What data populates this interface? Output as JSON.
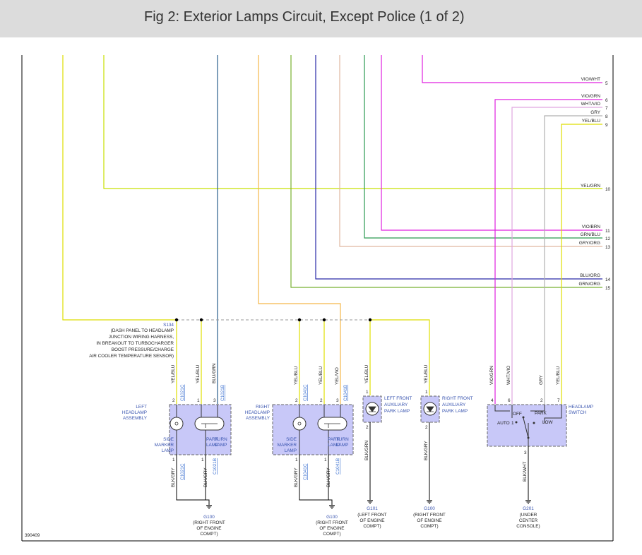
{
  "title": "Fig 2: Exterior Lamps Circuit, Except Police (1 of 2)",
  "figure_number": "390409",
  "colors": {
    "yel_blu": "#dede00",
    "yel_grn": "#c8e000",
    "blu_grn": "#2a5f8c",
    "yel_vio": "#f5b84a",
    "grn_org": "#78b030",
    "blu_org": "#2a2aa8",
    "gry_org": "#e0b8a0",
    "grn_blu": "#2a9a50",
    "vio_brn": "#e020e0",
    "vio_wht": "#e020e0",
    "vio_grn": "#e020e0",
    "wht_vio": "#e0a8e0",
    "gry": "#b0b0b0",
    "component_fill": "#c8c8f8",
    "ground": "#000000"
  },
  "right_wires": [
    {
      "label": "VIO/WHT",
      "pin": "5"
    },
    {
      "label": "VIO/GRN",
      "pin": "6"
    },
    {
      "label": "WHT/VIO",
      "pin": "7"
    },
    {
      "label": "GRY",
      "pin": "8"
    },
    {
      "label": "YEL/BLU",
      "pin": "9"
    },
    {
      "label": "YEL/GRN",
      "pin": "10"
    },
    {
      "label": "VIO/BRN",
      "pin": "11"
    },
    {
      "label": "GRN/BLU",
      "pin": "12"
    },
    {
      "label": "GRY/ORG",
      "pin": "13"
    },
    {
      "label": "BLU/ORG",
      "pin": "14"
    },
    {
      "label": "GRN/ORG",
      "pin": "15"
    }
  ],
  "splice": {
    "name": "S134",
    "desc": [
      "(DASH PANEL TO HEADLAMP",
      "JUNCTION WIRING HARNESS,",
      "IN BREAKOUT TO TURBOCHARGER",
      "BOOST PRESSURE/CHARGE",
      "AIR COOLER TEMPERATURE SENSOR)"
    ]
  },
  "left_assembly": {
    "name": [
      "LEFT",
      "HEADLAMP",
      "ASSEMBLY"
    ],
    "wire_top": [
      "YEL/BLU",
      "YEL/BLU",
      "BLU/GRN"
    ],
    "pins_top": [
      "2",
      "1",
      "3"
    ],
    "conn_top": [
      "C1021C",
      "C1021B"
    ],
    "side_marker": [
      "SIDE",
      "MARKER",
      "LAMP"
    ],
    "park_turn_a": [
      "PARK",
      "LAMP"
    ],
    "park_turn_b": [
      "TURN",
      "LAMP"
    ],
    "pins_bottom": [
      "1",
      "1"
    ],
    "wire_bottom": [
      "BLK/GRY",
      "BLK/GRY"
    ],
    "conn_bottom": [
      "C1021C",
      "C1021B"
    ]
  },
  "right_assembly": {
    "name": [
      "RIGHT",
      "HEADLAMP",
      "ASSEMBLY"
    ],
    "wire_top": [
      "YEL/BLU",
      "YEL/BLU",
      "YEL/VIO"
    ],
    "pins_top": [
      "2",
      "2",
      "3"
    ],
    "conn_top": [
      "C1041C",
      "C1041B"
    ],
    "side_marker": [
      "SIDE",
      "MARKER",
      "LAMP"
    ],
    "park_turn_a": [
      "PARK",
      "LAMP"
    ],
    "park_turn_b": [
      "TURN",
      "LAMP"
    ],
    "pins_bottom": [
      "1",
      "1"
    ],
    "wire_bottom": [
      "BLK/GRY",
      "BLK/GRY"
    ],
    "conn_bottom": [
      "C1041C",
      "C1041B"
    ]
  },
  "lf_aux": {
    "name": [
      "LEFT FRONT",
      "AUXILIARY",
      "PARK LAMP"
    ],
    "wire_top": "YEL/BLU",
    "pin_top": "1",
    "pin_bottom": "2",
    "wire_bottom": "BLK/GRN"
  },
  "rf_aux": {
    "name": [
      "RIGHT FRONT",
      "AUXILIARY",
      "PARK LAMP"
    ],
    "wire_top": "YEL/BLU",
    "pin_top": "1",
    "pin_bottom": "2",
    "wire_bottom": "BLK/GRY"
  },
  "switch": {
    "name": [
      "HEADLAMP",
      "SWITCH"
    ],
    "wire_top": [
      "VIO/GRN",
      "WHT/VIO",
      "GRY",
      "YEL/BLU"
    ],
    "pins_top": [
      "4",
      "6",
      "2",
      "7"
    ],
    "positions": [
      "OFF",
      "PARK",
      "AUTO",
      "LOW"
    ],
    "auto_pin": "1",
    "pin_bottom": "3",
    "wire_bottom": "BLK/WHT"
  },
  "grounds": [
    {
      "name": "G100",
      "desc": [
        "(RIGHT FRONT",
        "OF ENGINE",
        "COMPT)"
      ]
    },
    {
      "name": "G100",
      "desc": [
        "(RIGHT FRONT",
        "OF ENGINE",
        "COMPT)"
      ]
    },
    {
      "name": "G101",
      "desc": [
        "(LEFT FRONT",
        "OF ENGINE",
        "COMPT)"
      ]
    },
    {
      "name": "G100",
      "desc": [
        "(RIGHT FRONT",
        "OF ENGINE",
        "COMPT)"
      ]
    },
    {
      "name": "G201",
      "desc": [
        "(UNDER",
        "CENTER",
        "CONSOLE)"
      ]
    }
  ]
}
